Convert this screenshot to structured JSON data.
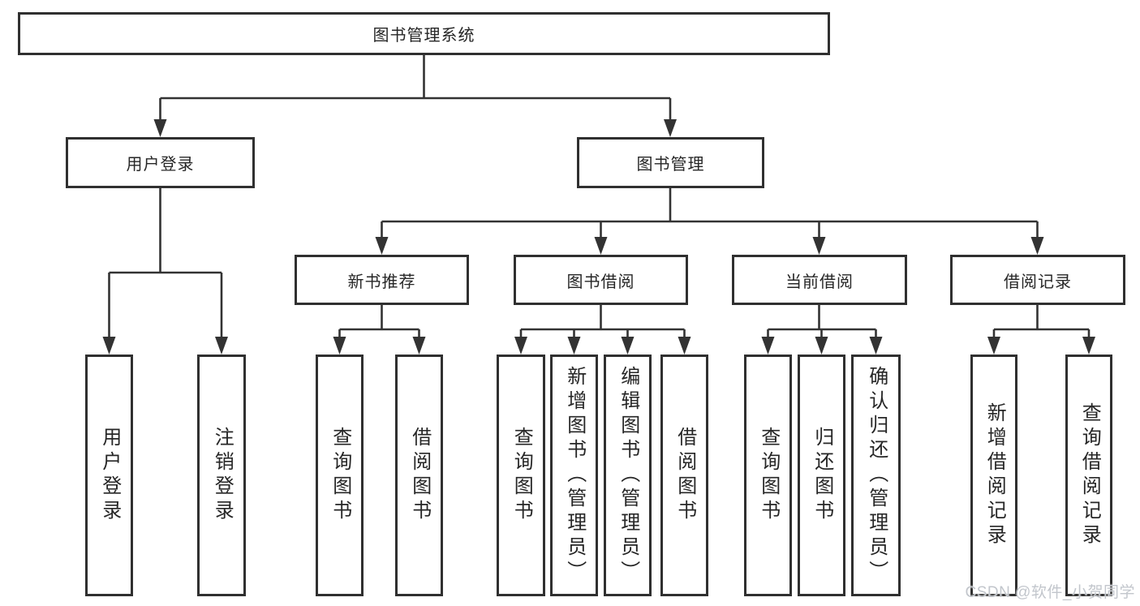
{
  "diagram_type": "hierarchy-tree",
  "tree": {
    "root": {
      "label": "图书管理系统",
      "children": [
        {
          "label": "用户登录",
          "children": [
            {
              "label": "用户登录"
            },
            {
              "label": "注销登录"
            }
          ]
        },
        {
          "label": "图书管理",
          "children": [
            {
              "label": "新书推荐",
              "children": [
                {
                  "label": "查询图书"
                },
                {
                  "label": "借阅图书"
                }
              ]
            },
            {
              "label": "图书借阅",
              "children": [
                {
                  "label": "查询图书"
                },
                {
                  "label": "新增图书（管理员）"
                },
                {
                  "label": "编辑图书（管理员）"
                },
                {
                  "label": "借阅图书"
                }
              ]
            },
            {
              "label": "当前借阅",
              "children": [
                {
                  "label": "查询图书"
                },
                {
                  "label": "归还图书"
                },
                {
                  "label": "确认归还（管理员）"
                }
              ]
            },
            {
              "label": "借阅记录",
              "children": [
                {
                  "label": "新增借阅记录"
                },
                {
                  "label": "查询借阅记录"
                }
              ]
            }
          ]
        }
      ]
    }
  },
  "watermark": {
    "text": "CSDN @软件_小贺同学"
  },
  "colors": {
    "line": "#333333",
    "box_border": "#303030",
    "text": "#262626",
    "background": "#ffffff",
    "watermark": "#c2c6cc"
  }
}
